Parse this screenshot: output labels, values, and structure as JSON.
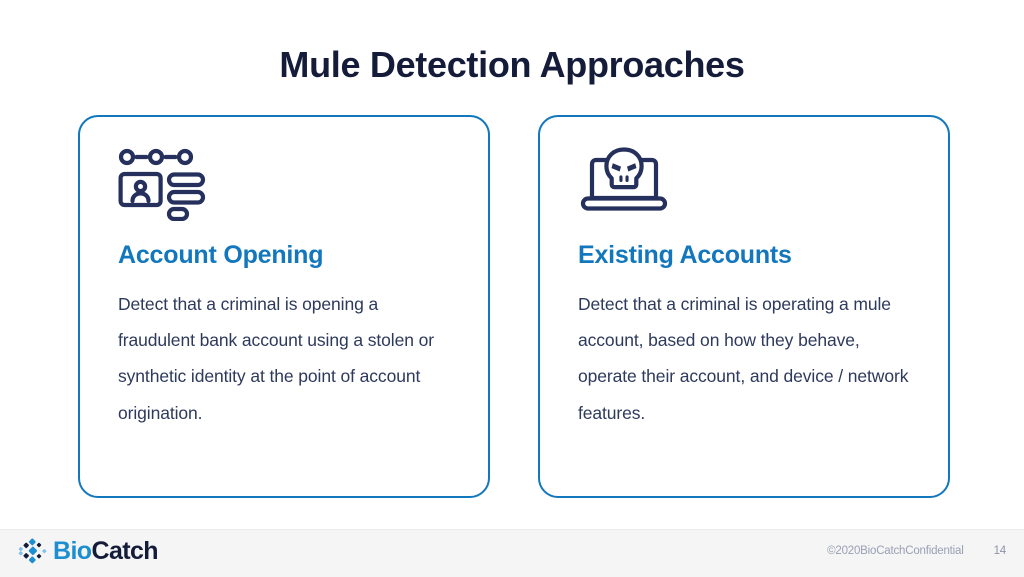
{
  "slide": {
    "title": "Mule Detection Approaches",
    "background_color": "#ffffff",
    "title_color": "#141c3a",
    "accent_color": "#1277bc"
  },
  "cards": [
    {
      "icon": "id-card-identity-icon",
      "heading": "Account Opening",
      "body": "Detect that a criminal is opening a fraudulent bank account using a stolen or synthetic identity at the point of account origination."
    },
    {
      "icon": "laptop-skull-icon",
      "heading": "Existing Accounts",
      "body": "Detect that a criminal is operating a mule account, based on how they behave, operate their account, and device / network features."
    }
  ],
  "footer": {
    "logo_bio": "Bio",
    "logo_catch": "Catch",
    "copyright": "©2020BioCatchConfidential",
    "page_number": "14"
  }
}
